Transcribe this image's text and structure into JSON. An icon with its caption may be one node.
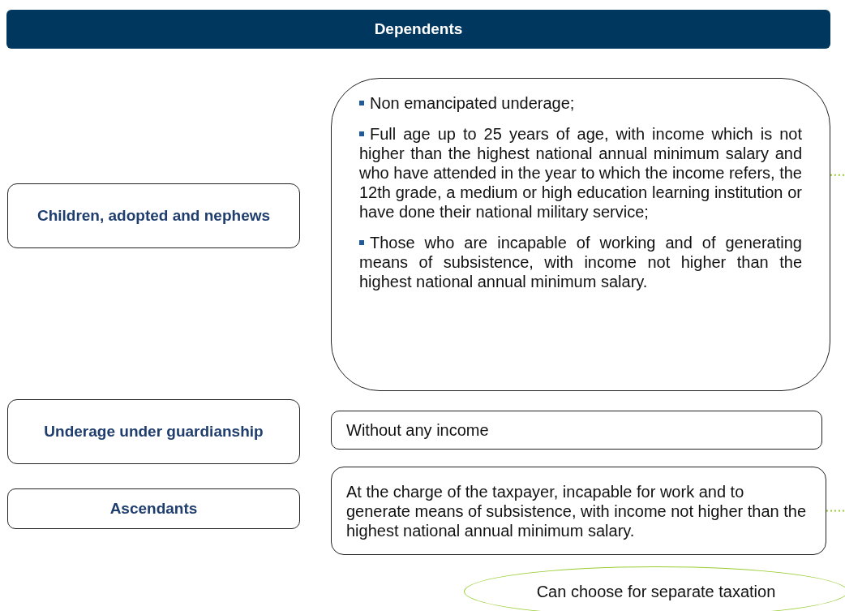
{
  "diagram": {
    "title": "Dependents",
    "nodes": [
      {
        "text": [
          "Children, adopted and nephews"
        ]
      },
      {
        "text": [
          "Non emancipated underage;",
          "Full age up to 25 years of age, with income which is not higher than the highest national annual minimum salary and who have attended in the year to which the income refers, the 12th grade, a medium or high education learning institution or have done their national military service;",
          "Those who are incapable of working and of generating means of subsistence, with income not higher than the highest national annual minimum salary."
        ]
      },
      {
        "text": [
          "Underage under guardianship"
        ]
      },
      {
        "text": [
          "Without any income"
        ]
      },
      {
        "text": [
          "Ascendants"
        ]
      },
      {
        "text": [
          "At the charge of the taxpayer, incapable for work and to generate means of subsistence, with income not higher than the highest national annual minimum salary."
        ]
      },
      {
        "text": [
          "Can choose for separate taxation"
        ]
      }
    ],
    "edges": [
      {
        "from": 1,
        "to": null,
        "arrow": "none",
        "style": "dashed",
        "color": "#9acd32"
      },
      {
        "from": 5,
        "to": null,
        "arrow": "none",
        "style": "dashed",
        "color": "#9acd32"
      }
    ]
  }
}
